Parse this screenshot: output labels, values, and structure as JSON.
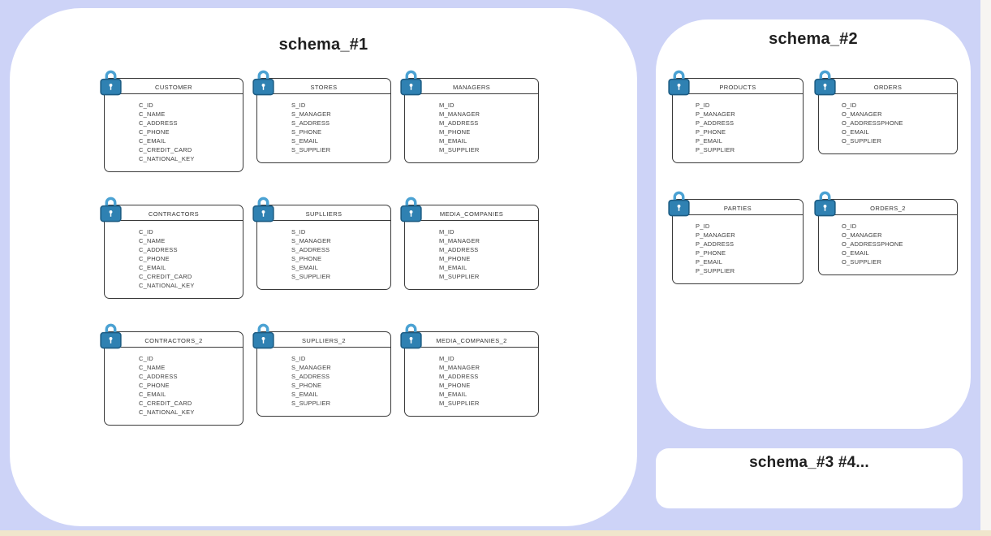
{
  "colors": {
    "page_bg": "#cdd3f7",
    "panel_bg": "#ffffff",
    "title_text": "#1f1f1f",
    "table_border": "#3a3a3a",
    "field_text": "#3e3e3e",
    "lock_body": "#2f81b2",
    "lock_border": "#1d5c83",
    "lock_shackle": "#4ba2d3",
    "right_strip": "#f7f5f2",
    "bottom_strip": "#f0e6cc"
  },
  "icons": {
    "lock": "lock-icon"
  },
  "schemas": [
    {
      "title": "schema_#1",
      "tables": [
        {
          "name": "CUSTOMER",
          "fields": [
            "C_ID",
            "C_NAME",
            "C_ADDRESS",
            "C_PHONE",
            "C_EMAIL",
            "C_CREDIT_CARD",
            "C_NATIONAL_KEY"
          ]
        },
        {
          "name": "STORES",
          "fields": [
            "S_ID",
            "S_MANAGER",
            "S_ADDRESS",
            "S_PHONE",
            "S_EMAIL",
            "S_SUPPLIER"
          ]
        },
        {
          "name": "MANAGERS",
          "fields": [
            "M_ID",
            "M_MANAGER",
            "M_ADDRESS",
            "M_PHONE",
            "M_EMAIL",
            "M_SUPPLIER"
          ]
        },
        {
          "name": "CONTRACTORS",
          "fields": [
            "C_ID",
            "C_NAME",
            "C_ADDRESS",
            "C_PHONE",
            "C_EMAIL",
            "C_CREDIT_CARD",
            "C_NATIONAL_KEY"
          ]
        },
        {
          "name": "SUPLLIERS",
          "fields": [
            "S_ID",
            "S_MANAGER",
            "S_ADDRESS",
            "S_PHONE",
            "S_EMAIL",
            "S_SUPPLIER"
          ]
        },
        {
          "name": "MEDIA_COMPANIES",
          "fields": [
            "M_ID",
            "M_MANAGER",
            "M_ADDRESS",
            "M_PHONE",
            "M_EMAIL",
            "M_SUPPLIER"
          ]
        },
        {
          "name": "CONTRACTORS_2",
          "fields": [
            "C_ID",
            "C_NAME",
            "C_ADDRESS",
            "C_PHONE",
            "C_EMAIL",
            "C_CREDIT_CARD",
            "C_NATIONAL_KEY"
          ]
        },
        {
          "name": "SUPLLIERS_2",
          "fields": [
            "S_ID",
            "S_MANAGER",
            "S_ADDRESS",
            "S_PHONE",
            "S_EMAIL",
            "S_SUPPLIER"
          ]
        },
        {
          "name": "MEDIA_COMPANIES_2",
          "fields": [
            "M_ID",
            "M_MANAGER",
            "M_ADDRESS",
            "M_PHONE",
            "M_EMAIL",
            "M_SUPPLIER"
          ]
        }
      ]
    },
    {
      "title": "schema_#2",
      "tables": [
        {
          "name": "PRODUCTS",
          "fields": [
            "P_ID",
            "P_MANAGER",
            "P_ADDRESS",
            "P_PHONE",
            "P_EMAIL",
            "P_SUPPLIER"
          ]
        },
        {
          "name": "ORDERS",
          "fields": [
            "O_ID",
            "O_MANAGER",
            "O_ADDRESSPHONE",
            "O_EMAIL",
            "O_SUPPLIER"
          ]
        },
        {
          "name": "PARTIES",
          "fields": [
            "P_ID",
            "P_MANAGER",
            "P_ADDRESS",
            "P_PHONE",
            "P_EMAIL",
            "P_SUPPLIER"
          ]
        },
        {
          "name": "ORDERS_2",
          "fields": [
            "O_ID",
            "O_MANAGER",
            "O_ADDRESSPHONE",
            "O_EMAIL",
            "O_SUPPLIER"
          ]
        }
      ]
    }
  ],
  "placeholder_panel": {
    "title": "schema_#3 #4..."
  }
}
